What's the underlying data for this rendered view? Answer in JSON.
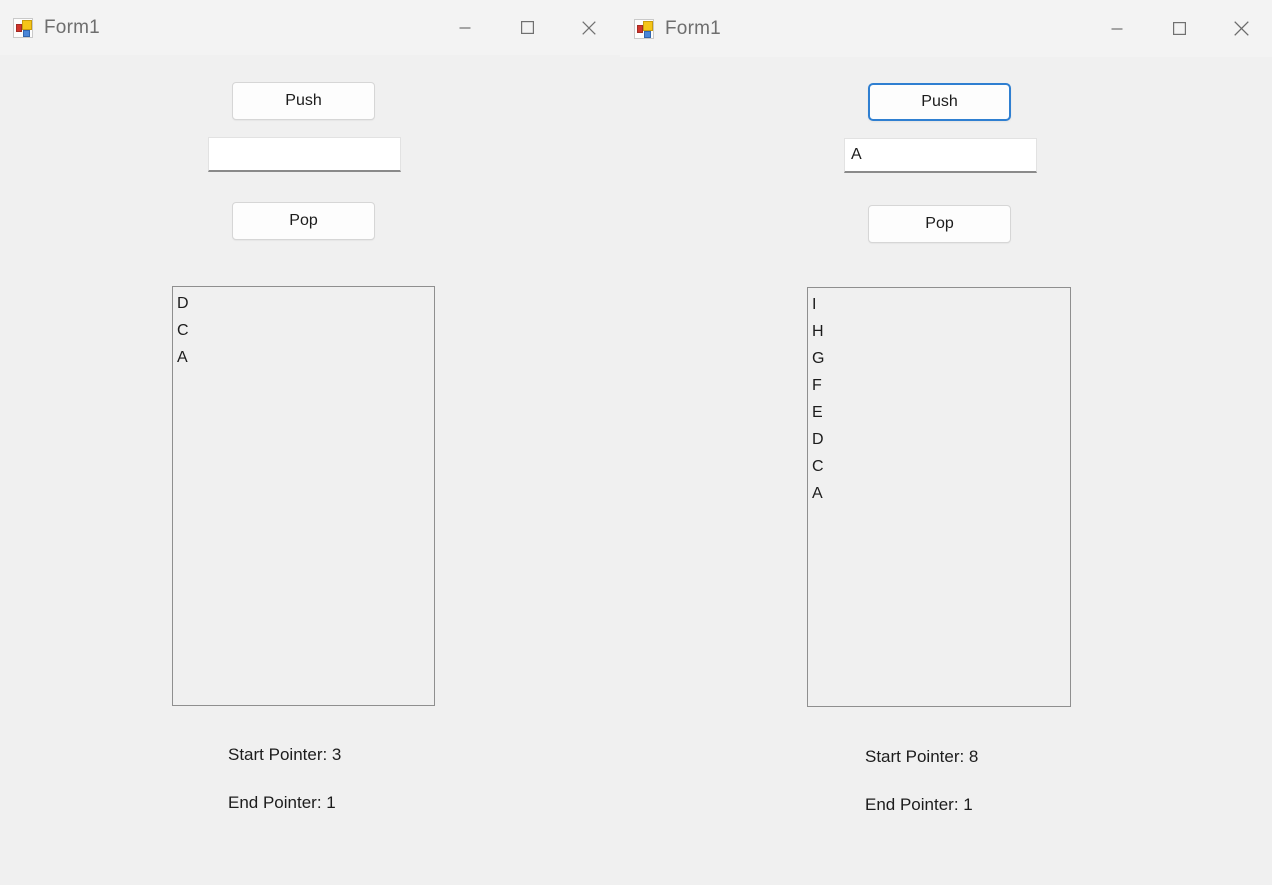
{
  "windows": [
    {
      "id": "left",
      "title": "Form1",
      "icon": "winforms-app-icon",
      "caption": {
        "minimize_label": "Minimize",
        "maximize_label": "Maximize",
        "close_label": "Close"
      },
      "push_button": {
        "label": "Push",
        "focused": false
      },
      "input": {
        "value": "",
        "placeholder": ""
      },
      "pop_button": {
        "label": "Pop"
      },
      "listbox": {
        "items": [
          "D",
          "C",
          "A"
        ]
      },
      "start_pointer": "Start Pointer: 3",
      "end_pointer": "End Pointer: 1"
    },
    {
      "id": "right",
      "title": "Form1",
      "icon": "winforms-app-icon",
      "caption": {
        "minimize_label": "Minimize",
        "maximize_label": "Maximize",
        "close_label": "Close"
      },
      "push_button": {
        "label": "Push",
        "focused": true
      },
      "input": {
        "value": "A",
        "placeholder": ""
      },
      "pop_button": {
        "label": "Pop"
      },
      "listbox": {
        "items": [
          "I",
          "H",
          "G",
          "F",
          "E",
          "D",
          "C",
          "A"
        ]
      },
      "start_pointer": "Start Pointer: 8",
      "end_pointer": "End Pointer: 1"
    }
  ],
  "colors": {
    "titlebar": "#f3f3f3",
    "client": "#f0f0f0",
    "focus_accent": "#2f7fd1",
    "text": "#1c1c1c",
    "title_text": "#6e6e6e",
    "listbox_border": "#8f8f8f"
  }
}
